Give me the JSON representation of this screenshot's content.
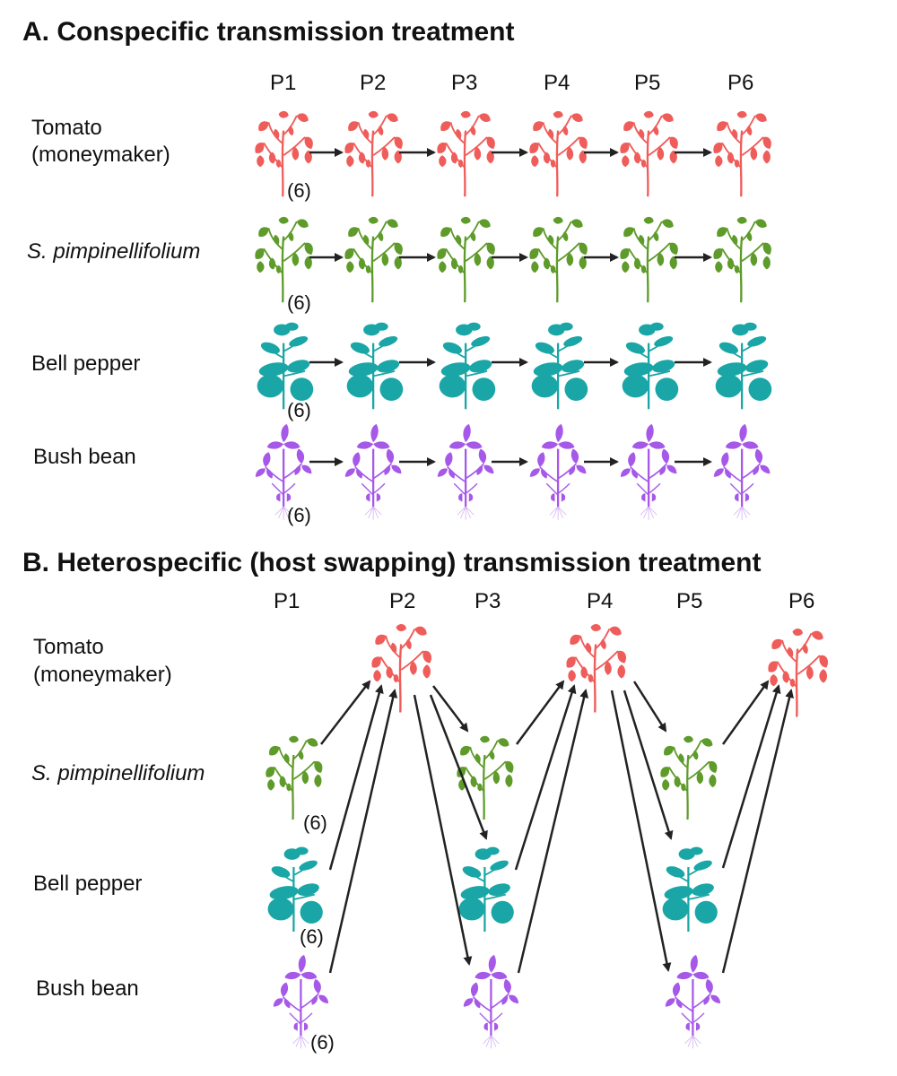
{
  "panelA": {
    "title": "A. Conspecific transmission treatment",
    "passages": [
      "P1",
      "P2",
      "P3",
      "P4",
      "P5",
      "P6"
    ],
    "rows": [
      {
        "label1": "Tomato",
        "label2": "(moneymaker)",
        "italic": false,
        "plant": "tomato",
        "count": "(6)"
      },
      {
        "label1": "S. pimpinellifolium",
        "label2": "",
        "italic": true,
        "plant": "pimpinellifolium",
        "count": "(6)"
      },
      {
        "label1": "Bell pepper",
        "label2": "",
        "italic": false,
        "plant": "pepper",
        "count": "(6)"
      },
      {
        "label1": "Bush bean",
        "label2": "",
        "italic": false,
        "plant": "bean",
        "count": "(6)"
      }
    ]
  },
  "panelB": {
    "title": "B. Heterospecific (host swapping) transmission treatment",
    "passages": [
      "P1",
      "P2",
      "P3",
      "P4",
      "P5",
      "P6"
    ],
    "rows": [
      {
        "label1": "Tomato",
        "label2": "(moneymaker)",
        "italic": false
      },
      {
        "label1": "S. pimpinellifolium",
        "label2": "",
        "italic": true
      },
      {
        "label1": "Bell pepper",
        "label2": "",
        "italic": false
      },
      {
        "label1": "Bush bean",
        "label2": "",
        "italic": false
      }
    ],
    "counts": [
      "(6)",
      "(6)",
      "(6)"
    ]
  },
  "colors": {
    "tomato": "#ef5d5a",
    "pimpinellifolium": "#5e9b2a",
    "pepper": "#1aa6a6",
    "bean": "#a659e8",
    "arrow": "#222222"
  }
}
